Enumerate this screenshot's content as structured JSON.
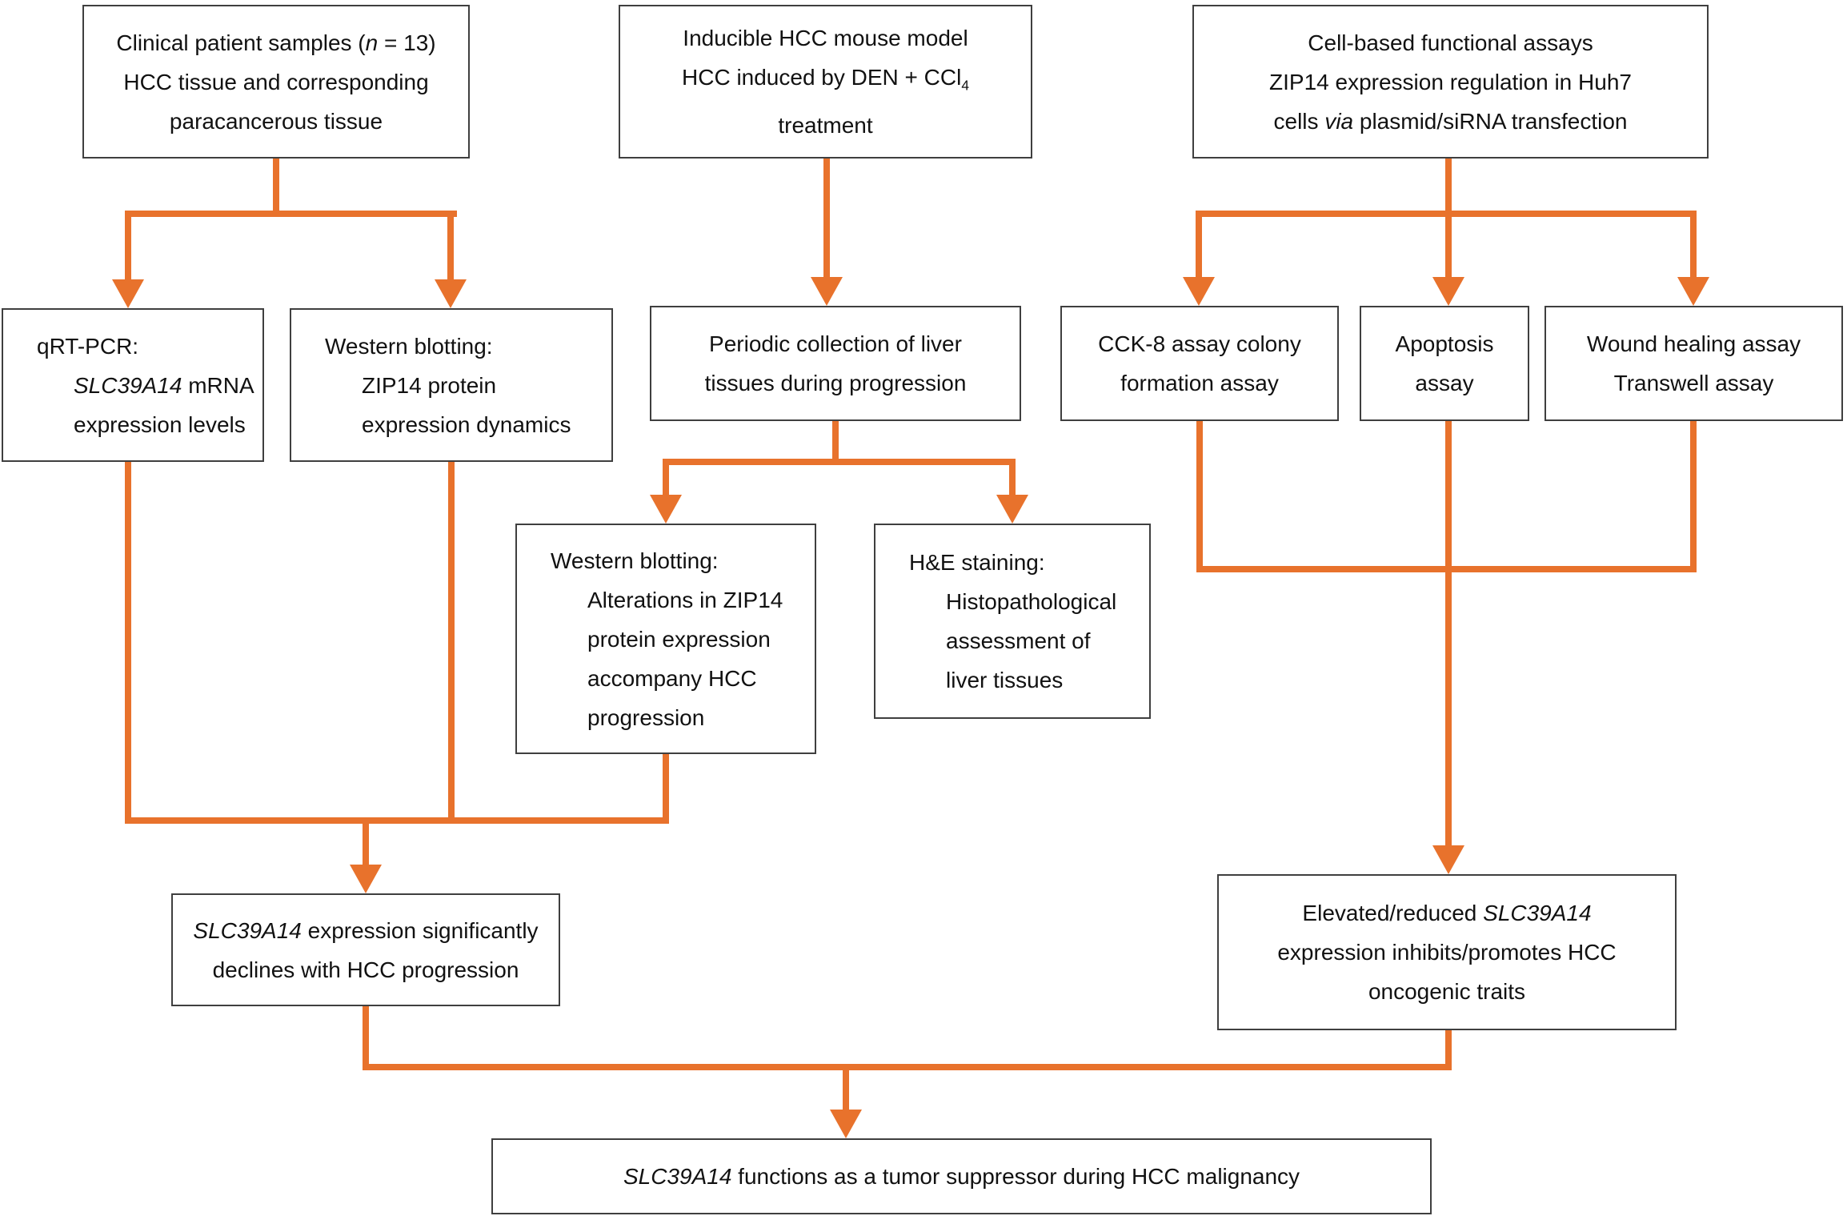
{
  "palette": {
    "arrow_color": "#E8722C",
    "box_border_color": "#3F3F3F",
    "box_fill_color": "#FFFFFF",
    "text_color": "#111111",
    "background_color": "#FFFFFF"
  },
  "diagram": {
    "type": "flowchart",
    "boxes": {
      "clinical": {
        "lines": [
          [
            {
              "t": "Clinical patient samples ("
            },
            {
              "t": "n",
              "i": true
            },
            {
              "t": " = 13)"
            }
          ],
          [
            {
              "t": "HCC tissue and corresponding"
            }
          ],
          [
            {
              "t": "paracancerous tissue"
            }
          ]
        ]
      },
      "mouse_model": {
        "lines": [
          [
            {
              "t": "Inducible HCC mouse model"
            }
          ],
          [
            {
              "t": "HCC induced by DEN + CCl"
            },
            {
              "t": "4",
              "sub": true
            }
          ],
          [
            {
              "t": "treatment"
            }
          ]
        ]
      },
      "cell_assays": {
        "lines": [
          [
            {
              "t": "Cell-based functional assays"
            }
          ],
          [
            {
              "t": "ZIP14 expression regulation in Huh7"
            }
          ],
          [
            {
              "t": "cells "
            },
            {
              "t": "via",
              "i": true
            },
            {
              "t": " plasmid/siRNA transfection"
            }
          ]
        ]
      },
      "qrt_pcr": {
        "lines": [
          [
            {
              "t": "qRT-PCR:"
            }
          ],
          [
            {
              "t": "SLC39A14",
              "i": true
            },
            {
              "t": " mRNA"
            }
          ],
          [
            {
              "t": "expression levels"
            }
          ]
        ]
      },
      "wb_dynamics": {
        "lines": [
          [
            {
              "t": "Western blotting:"
            }
          ],
          [
            {
              "t": "ZIP14 protein"
            }
          ],
          [
            {
              "t": "expression dynamics"
            }
          ]
        ]
      },
      "periodic": {
        "lines": [
          [
            {
              "t": "Periodic collection of liver"
            }
          ],
          [
            {
              "t": "tissues during progression"
            }
          ]
        ]
      },
      "cck8": {
        "lines": [
          [
            {
              "t": "CCK-8 assay colony"
            }
          ],
          [
            {
              "t": "formation assay"
            }
          ]
        ]
      },
      "apoptosis": {
        "lines": [
          [
            {
              "t": "Apoptosis"
            }
          ],
          [
            {
              "t": "assay"
            }
          ]
        ]
      },
      "wound": {
        "lines": [
          [
            {
              "t": "Wound healing assay"
            }
          ],
          [
            {
              "t": "Transwell assay"
            }
          ]
        ]
      },
      "wb_alterations": {
        "lines": [
          [
            {
              "t": "Western blotting:"
            }
          ],
          [
            {
              "t": "Alterations in ZIP14"
            }
          ],
          [
            {
              "t": "protein expression"
            }
          ],
          [
            {
              "t": "accompany HCC"
            }
          ],
          [
            {
              "t": "progression"
            }
          ]
        ]
      },
      "he_staining": {
        "lines": [
          [
            {
              "t": "H&E staining:"
            }
          ],
          [
            {
              "t": "Histopathological"
            }
          ],
          [
            {
              "t": "assessment of"
            }
          ],
          [
            {
              "t": "liver tissues"
            }
          ]
        ]
      },
      "declines": {
        "lines": [
          [
            {
              "t": "SLC39A14",
              "i": true
            },
            {
              "t": " expression significantly"
            }
          ],
          [
            {
              "t": "declines with HCC progression"
            }
          ]
        ]
      },
      "elevated": {
        "lines": [
          [
            {
              "t": "Elevated/reduced "
            },
            {
              "t": "SLC39A14",
              "i": true
            }
          ],
          [
            {
              "t": "expression inhibits/promotes HCC"
            }
          ],
          [
            {
              "t": "oncogenic traits"
            }
          ]
        ]
      },
      "conclusion": {
        "lines": [
          [
            {
              "t": "SLC39A14",
              "i": true
            },
            {
              "t": " functions as a tumor suppressor during HCC malignancy"
            }
          ]
        ]
      }
    },
    "edges": [
      {
        "from": "clinical",
        "to": "qrt_pcr"
      },
      {
        "from": "clinical",
        "to": "wb_dynamics"
      },
      {
        "from": "mouse_model",
        "to": "periodic"
      },
      {
        "from": "cell_assays",
        "to": "cck8"
      },
      {
        "from": "cell_assays",
        "to": "apoptosis"
      },
      {
        "from": "cell_assays",
        "to": "wound"
      },
      {
        "from": "periodic",
        "to": "wb_alterations"
      },
      {
        "from": "periodic",
        "to": "he_staining"
      },
      {
        "from": "qrt_pcr",
        "to": "declines"
      },
      {
        "from": "wb_dynamics",
        "to": "declines"
      },
      {
        "from": "wb_alterations",
        "to": "declines"
      },
      {
        "from": "cck8",
        "to": "elevated"
      },
      {
        "from": "apoptosis",
        "to": "elevated"
      },
      {
        "from": "wound",
        "to": "elevated"
      },
      {
        "from": "declines",
        "to": "conclusion"
      },
      {
        "from": "elevated",
        "to": "conclusion"
      }
    ]
  }
}
